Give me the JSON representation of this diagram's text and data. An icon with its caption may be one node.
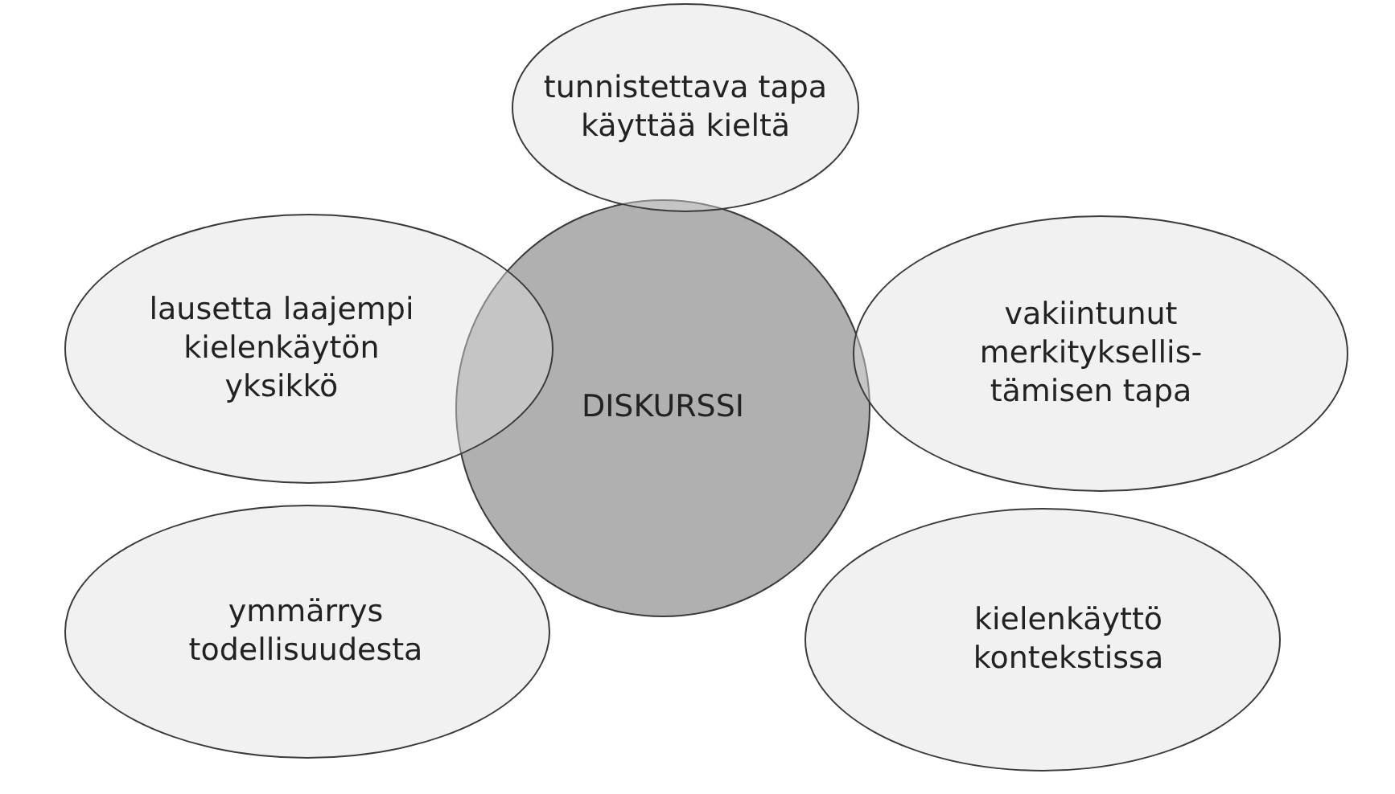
{
  "diagram": {
    "nodes": [
      {
        "text": [
          "DISKURSSI"
        ]
      },
      {
        "text": [
          "tunnistettava tapa käyttää kieltä"
        ]
      },
      {
        "text": [
          "lausetta laajempi kielenkäytön yksikkö"
        ]
      },
      {
        "text": [
          "vakiintunut merkityksellis- tämisen tapa"
        ]
      },
      {
        "text": [
          "ymmärrys todellisuudesta"
        ]
      },
      {
        "text": [
          "kielenkäyttö kontekstissa"
        ]
      }
    ]
  }
}
